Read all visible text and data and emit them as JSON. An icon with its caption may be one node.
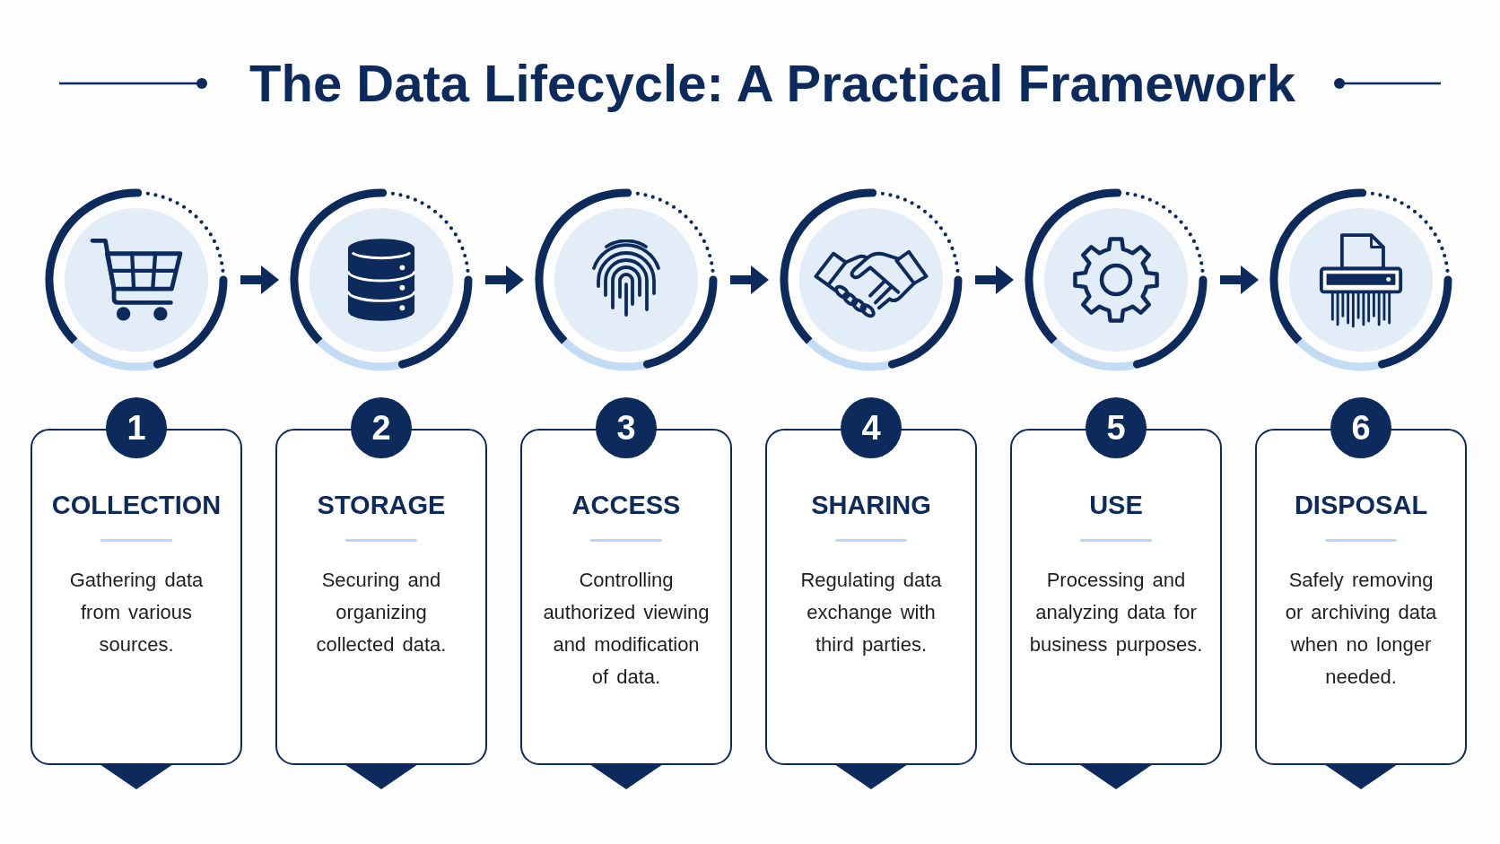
{
  "diagram": {
    "title": "The Data Lifecycle: A Practical Framework",
    "nodes": [
      {
        "text": [],
        "shape": "circle"
      },
      {
        "text": [],
        "shape": "circle"
      },
      {
        "text": [],
        "shape": "circle"
      },
      {
        "text": [],
        "shape": "circle"
      },
      {
        "text": [],
        "shape": "circle"
      },
      {
        "text": [],
        "shape": "circle"
      },
      {
        "text": [
          "1"
        ]
      },
      {
        "text": [
          "COLLECTION",
          "Gathering data from various sources."
        ]
      },
      {
        "text": [
          "2"
        ]
      },
      {
        "text": [
          "STORAGE",
          "Securing and organizing collected data."
        ]
      },
      {
        "text": [
          "3"
        ]
      },
      {
        "text": [
          "ACCESS",
          "Controlling authorized viewing and modification of data."
        ]
      },
      {
        "text": [
          "4"
        ]
      },
      {
        "text": [
          "SHARING",
          "Regulating data exchange with third parties."
        ]
      },
      {
        "text": [
          "5"
        ]
      },
      {
        "text": [
          "USE",
          "Processing and analyzing data for business purposes."
        ]
      },
      {
        "text": [
          "6"
        ]
      },
      {
        "text": [
          "DISPOSAL",
          "Safely removing or archiving data when no longer needed."
        ]
      }
    ],
    "edges": [
      {
        "from": 0,
        "to": 1,
        "arrow": "to"
      },
      {
        "from": 1,
        "to": 2,
        "arrow": "to"
      },
      {
        "from": 2,
        "to": 3,
        "arrow": "to"
      },
      {
        "from": 3,
        "to": 4,
        "arrow": "to"
      },
      {
        "from": 4,
        "to": 5,
        "arrow": "to"
      }
    ]
  }
}
